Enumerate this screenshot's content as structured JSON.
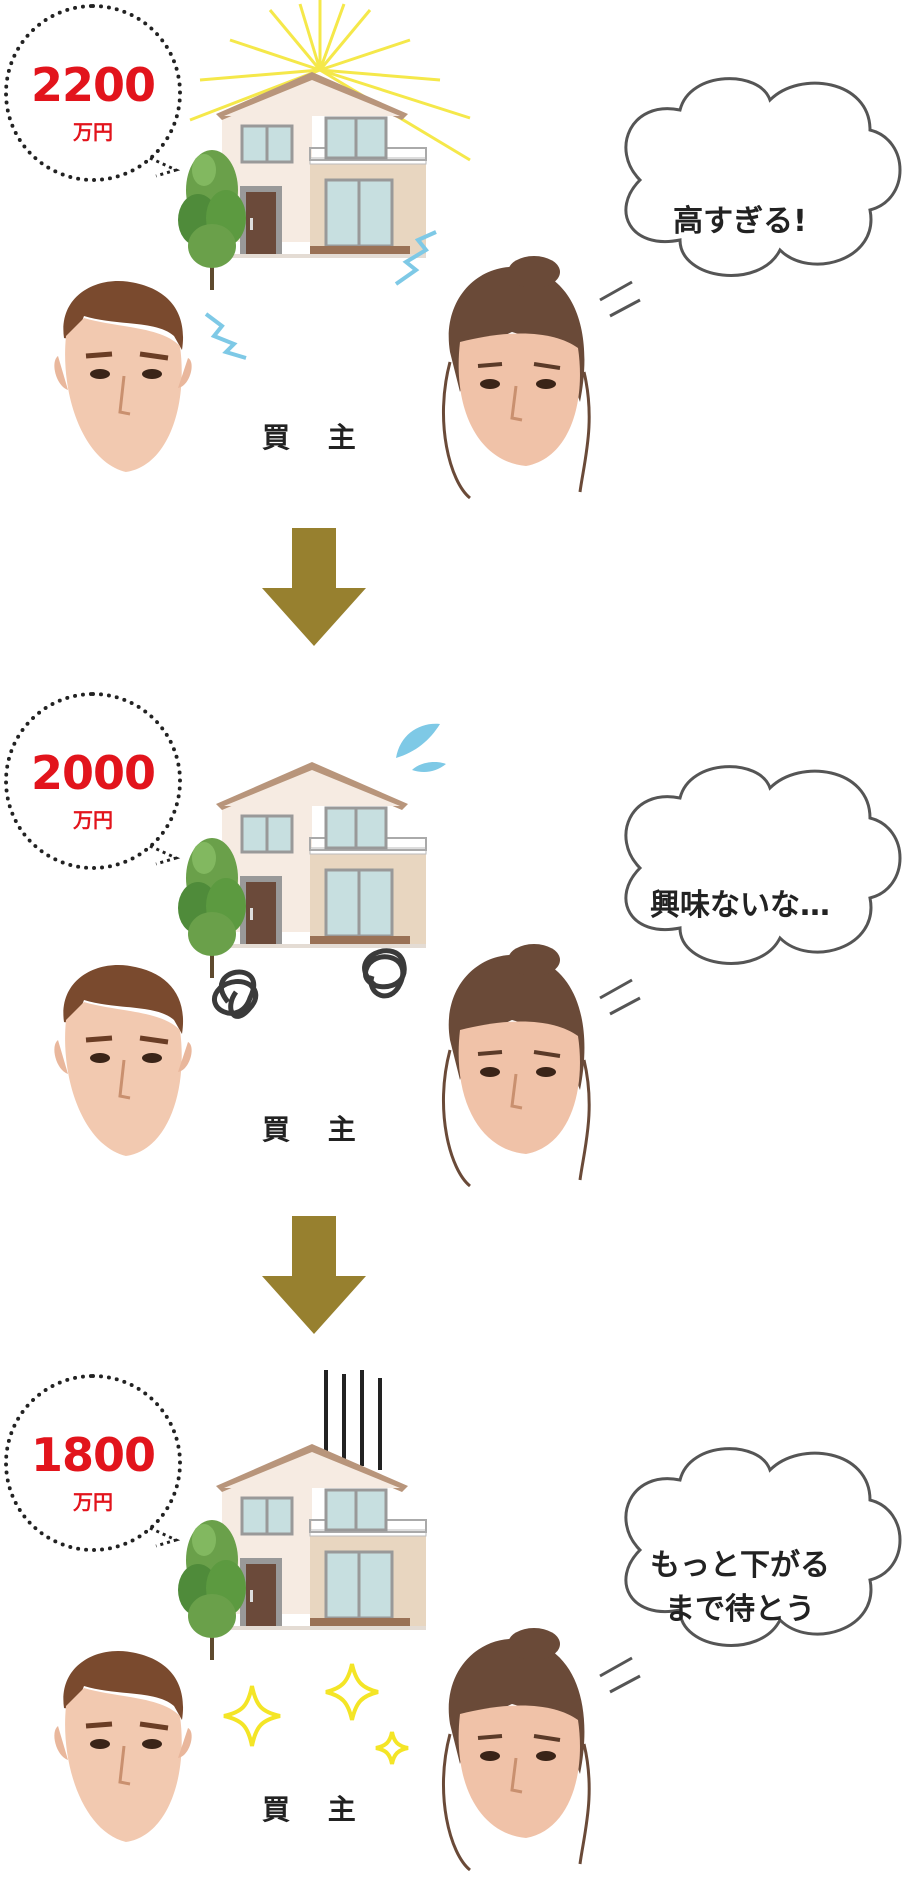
{
  "panels": [
    {
      "price": "2200",
      "unit": "万円",
      "buyer_label": "買 主",
      "thought": [
        "高すぎる!"
      ]
    },
    {
      "price": "2000",
      "unit": "万円",
      "buyer_label": "買 主",
      "thought": [
        "興味ないな…"
      ]
    },
    {
      "price": "1800",
      "unit": "万円",
      "buyer_label": "買 主",
      "thought": [
        "もっと下がる",
        "まで待とう"
      ]
    }
  ],
  "colors": {
    "price_red": "#e2141c",
    "arrow": "#97802f",
    "house_roof": "#b8957b",
    "wall_light": "#f6ebe2",
    "wall_dark": "#e8d6c0"
  }
}
